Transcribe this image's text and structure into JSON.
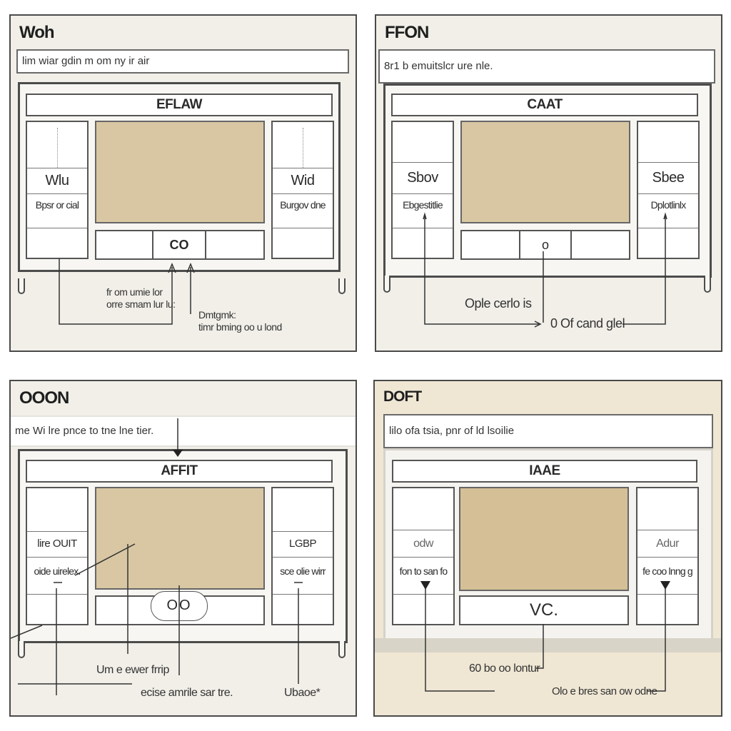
{
  "panels": [
    {
      "title": "Woh",
      "instruction": "lim wiar gdin m om ny ir air",
      "header": "EFLAW",
      "left_col": {
        "top": "Wlu",
        "bottom": "Bpsr or cial"
      },
      "right_col": {
        "top": "Wid",
        "bottom": "Burgov dne"
      },
      "bottom_button": "CO",
      "callouts": [
        "fr om umie lor",
        "orre smam lur lu:",
        "Dmtgmk:",
        "timr bming oo u lond"
      ]
    },
    {
      "title": "FFON",
      "instruction": "8r1 b emuitslcr ure nle.",
      "header": "CAAT",
      "left_col": {
        "top": "Sbov",
        "bottom": "Ebgestitlie"
      },
      "right_col": {
        "top": "Sbee",
        "bottom": "Dplotlinlx"
      },
      "bottom_button": "o",
      "callouts": [
        "Ople cerlo is",
        "0 Of cand glel"
      ]
    },
    {
      "title": "OOON",
      "instruction": "me Wi lre pnce to tne lne tier.",
      "header": "AFFIT",
      "left_col": {
        "top": "lire OUIT",
        "bottom": "oide uirelex."
      },
      "right_col": {
        "top": "LGBP",
        "bottom": "sce olie wirr"
      },
      "bottom_button": "OO",
      "callouts": [
        "Um e ewer frrip",
        "ecise amrile sar tre.",
        "Ubaoe*"
      ]
    },
    {
      "title": "DOFT",
      "instruction": "lilo ofa tsia, pnr of ld lsoilie",
      "header": "IAAE",
      "left_col": {
        "top": "odw",
        "bottom": "fon to san fo"
      },
      "right_col": {
        "top": "Adur",
        "bottom": "fe coo lnng g"
      },
      "bottom_button": "VC.",
      "callouts": [
        "60 bo oo lontur",
        "Olo e bres san ow odne"
      ]
    }
  ],
  "colors": {
    "panel_bg": "#f1efe8",
    "media": "#d9c7a3",
    "frame": "#4c4c4c"
  }
}
